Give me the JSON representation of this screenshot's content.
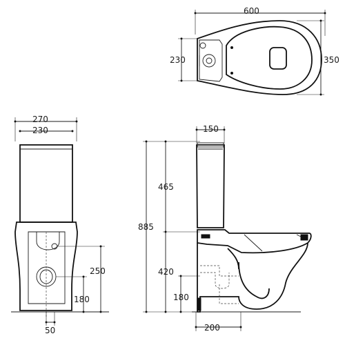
{
  "dimensions": {
    "top_width": "600",
    "top_depth_left": "230",
    "top_depth_right": "350",
    "front_overall_width": "270",
    "front_tank_width": "230",
    "front_outlet_height": "250",
    "front_inlet_height": "180",
    "front_inlet_offset": "50",
    "side_tank_depth": "150",
    "side_total_height": "885",
    "side_tank_height": "465",
    "side_seat_height": "420",
    "side_outlet_height": "180",
    "side_outlet_distance": "200"
  }
}
